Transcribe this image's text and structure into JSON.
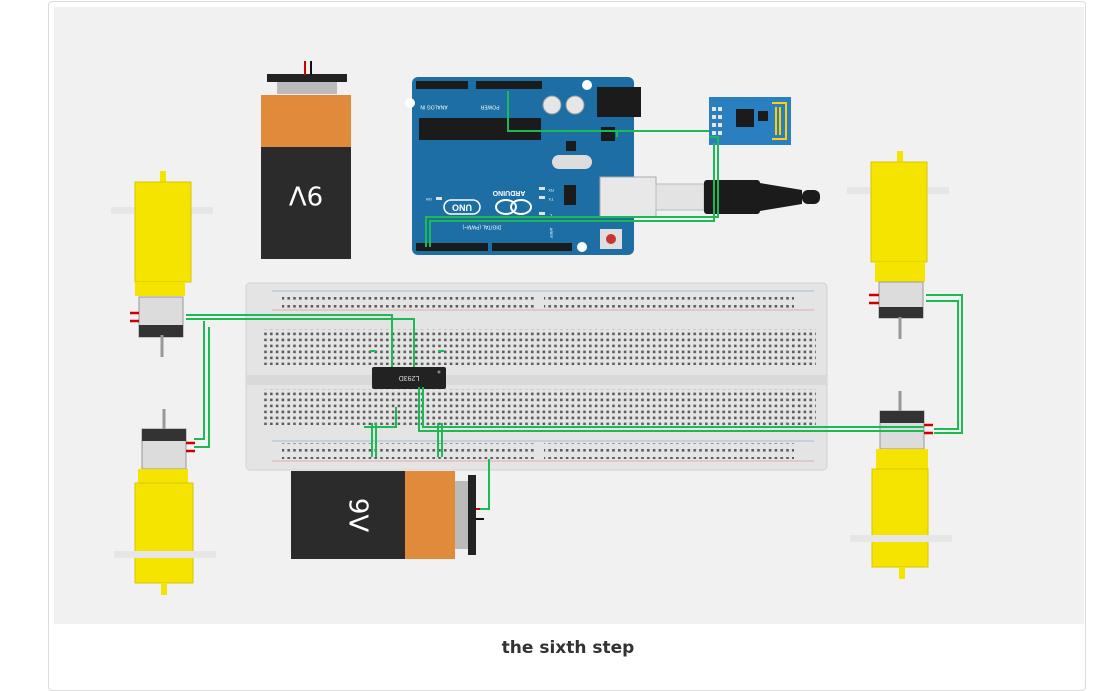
{
  "figure": {
    "caption": "the sixth step",
    "components": {
      "battery_top_label": "9V",
      "battery_bottom_label": "9V",
      "arduino_brand": "ARDUINO",
      "arduino_model": "UNO",
      "driver_chip_label": "L293D",
      "header_analog": "ANALOG IN",
      "header_power": "POWER",
      "header_digital": "DIGITAL (PWM~)",
      "led_on": "ON",
      "led_tx": "TX",
      "led_rx": "RX",
      "led_l": "L",
      "aref": "AREF"
    },
    "colors": {
      "wire": "#1db954",
      "board": "#1c6ea4",
      "motor_yellow": "#f5e400",
      "battery_orange": "#e08a3c",
      "battery_black": "#2b2b2b",
      "breadboard": "#e4e4e4",
      "module": "#2a7fc1"
    }
  }
}
